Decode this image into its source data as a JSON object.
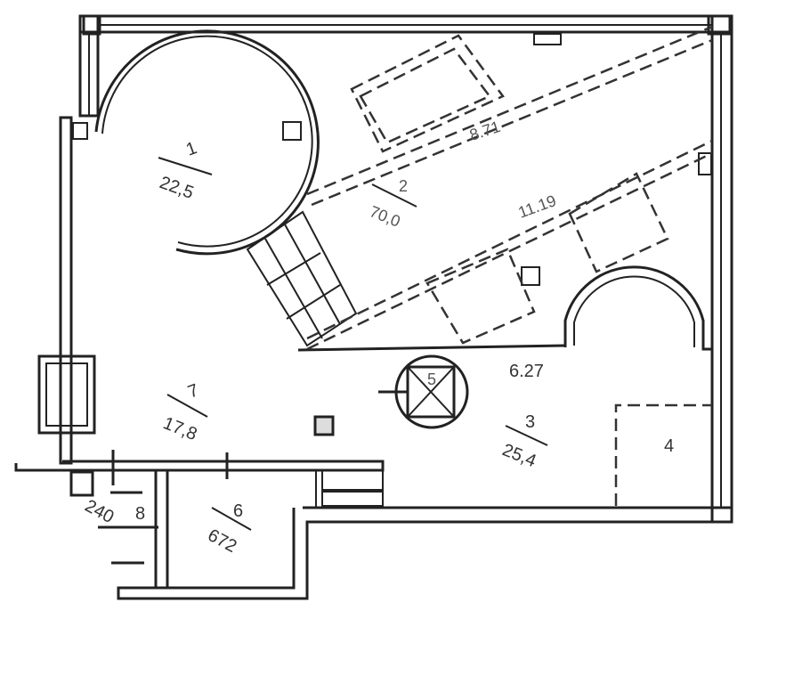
{
  "rooms": [
    {
      "number": "1",
      "area": "22,5"
    },
    {
      "number": "2",
      "area": "70,0"
    },
    {
      "number": "3",
      "area": "25,4"
    },
    {
      "number": "4"
    },
    {
      "number": "5"
    },
    {
      "number": "6",
      "area": "672"
    },
    {
      "number": "7",
      "area": "17,8"
    },
    {
      "number": "8"
    }
  ],
  "dimensions": [
    "8.71",
    "11.19",
    "6.27",
    "240"
  ]
}
